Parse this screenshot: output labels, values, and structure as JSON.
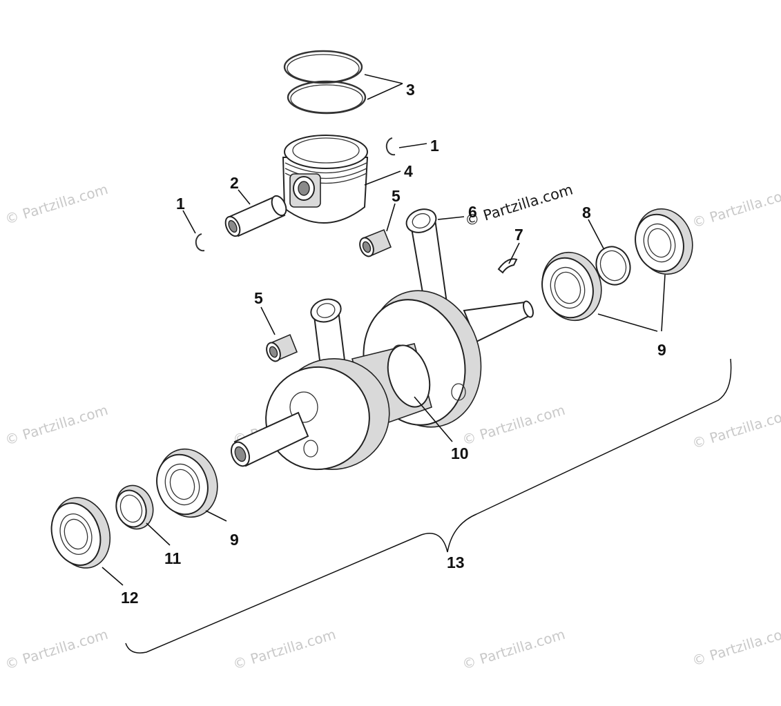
{
  "diagram": {
    "callouts": [
      "1",
      "2",
      "3",
      "4",
      "5",
      "6",
      "7",
      "8",
      "9",
      "10",
      "11",
      "12",
      "13",
      "1",
      "5",
      "9"
    ],
    "watermark": "© Partzilla.com",
    "watermark_center": "© Partzilla.com"
  }
}
